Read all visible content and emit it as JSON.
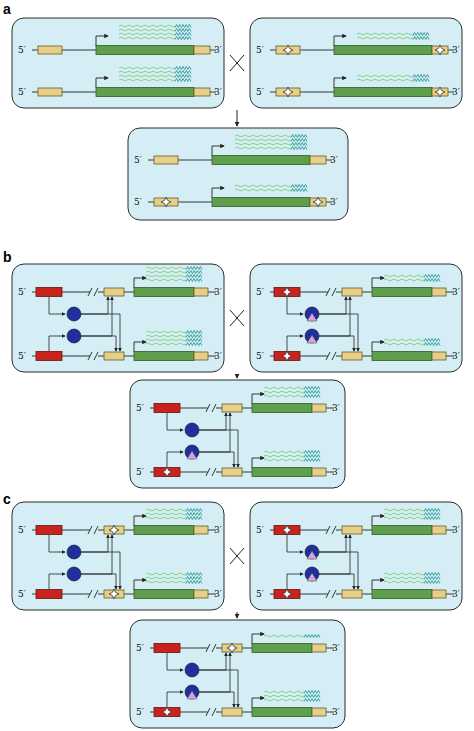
{
  "diagram": {
    "labels": [
      "a",
      "5′",
      "3′",
      "5′",
      "3′",
      "5′",
      "3′",
      "5′",
      "3′",
      "5′",
      "3′",
      "5′",
      "3′",
      "b",
      "5′",
      "3′",
      "5′",
      "3′",
      "5′",
      "3′",
      "5′",
      "3′",
      "5′",
      "3′",
      "5′",
      "3′",
      "c",
      "5′",
      "3′",
      "5′",
      "3′",
      "5′",
      "3′",
      "5′",
      "3′",
      "5′",
      "3′",
      "5′",
      "3′"
    ]
  }
}
